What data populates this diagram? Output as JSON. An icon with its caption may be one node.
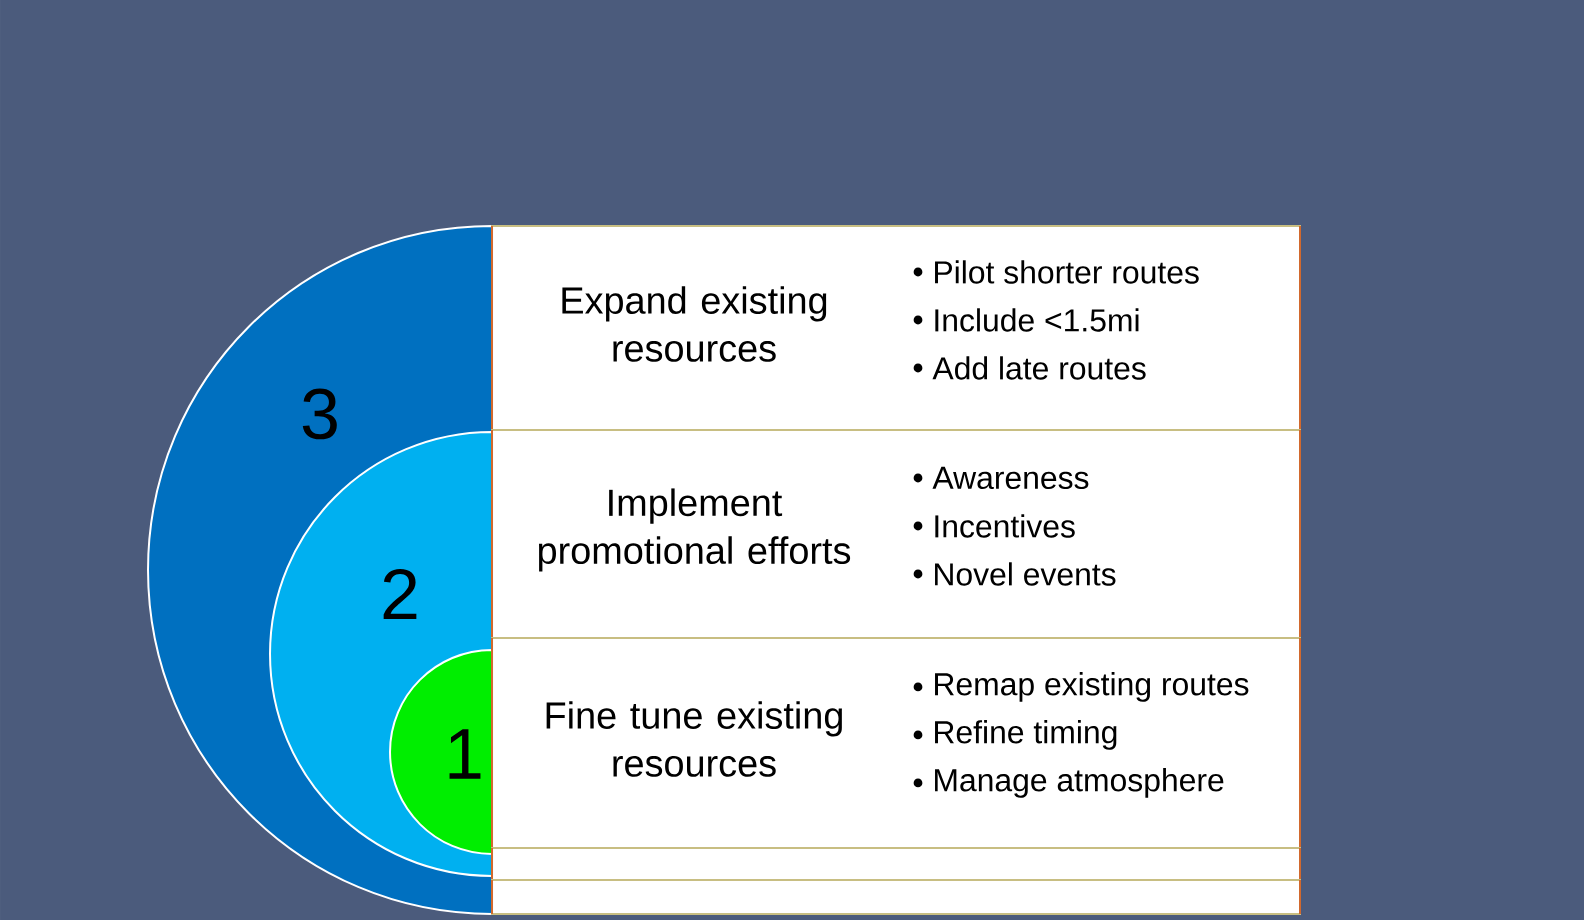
{
  "diagram": {
    "nodes": [
      {
        "text": [
          "3"
        ]
      },
      {
        "text": [
          "2"
        ],
        "in": 0
      },
      {
        "text": [
          "1"
        ],
        "in": 1
      },
      {
        "text": [
          "Expand existing resources",
          "Pilot shorter routes",
          "Include <1.5mi",
          "Add late routes"
        ]
      },
      {
        "text": [
          "Implement promotional efforts",
          "Awareness",
          "Incentives",
          "Novel events"
        ]
      },
      {
        "text": [
          "Fine tune existing resources",
          "Remap existing routes",
          "Refine timing",
          "Manage atmosphere"
        ]
      },
      {
        "text": [],
        "shape": "box"
      },
      {
        "text": [],
        "shape": "box"
      }
    ]
  }
}
